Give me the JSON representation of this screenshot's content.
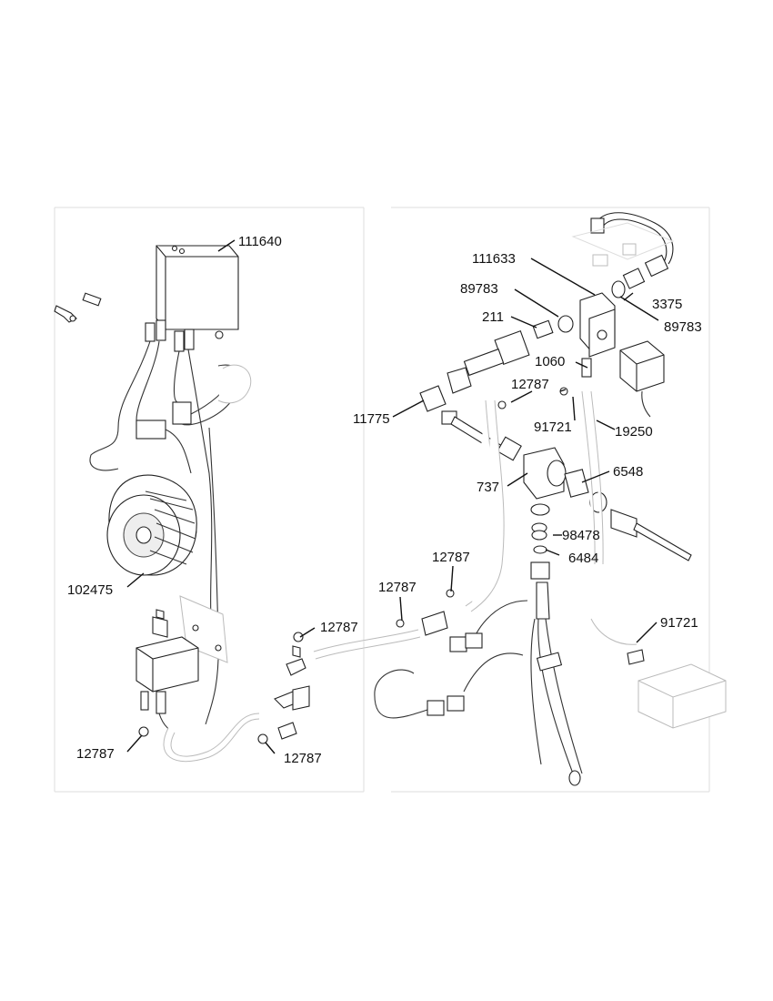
{
  "diagram": {
    "type": "exploded parts diagram",
    "part_labels": [
      {
        "id": "lbl-111640",
        "text": "111640"
      },
      {
        "id": "lbl-102475",
        "text": "102475"
      },
      {
        "id": "lbl-12787-a",
        "text": "12787"
      },
      {
        "id": "lbl-12787-b",
        "text": "12787"
      },
      {
        "id": "lbl-12787-c",
        "text": "12787"
      },
      {
        "id": "lbl-12787-d",
        "text": "12787"
      },
      {
        "id": "lbl-12787-e",
        "text": "12787"
      },
      {
        "id": "lbl-12787-f",
        "text": "12787"
      },
      {
        "id": "lbl-111633",
        "text": "111633"
      },
      {
        "id": "lbl-89783-a",
        "text": "89783"
      },
      {
        "id": "lbl-89783-b",
        "text": "89783"
      },
      {
        "id": "lbl-3375",
        "text": "3375"
      },
      {
        "id": "lbl-211",
        "text": "211"
      },
      {
        "id": "lbl-1060",
        "text": "1060"
      },
      {
        "id": "lbl-11775",
        "text": "11775"
      },
      {
        "id": "lbl-91721-a",
        "text": "91721"
      },
      {
        "id": "lbl-91721-b",
        "text": "91721"
      },
      {
        "id": "lbl-19250",
        "text": "19250"
      },
      {
        "id": "lbl-737",
        "text": "737"
      },
      {
        "id": "lbl-6548",
        "text": "6548"
      },
      {
        "id": "lbl-98478",
        "text": "98478"
      },
      {
        "id": "lbl-6484",
        "text": "6484"
      }
    ]
  }
}
